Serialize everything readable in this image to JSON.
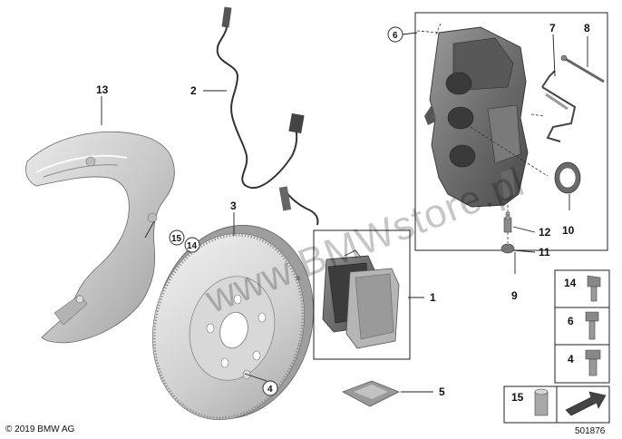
{
  "watermark": "www.BMWstore.pl",
  "copyright": "© 2019 BMW AG",
  "diagram_number": "501876",
  "callouts": {
    "c1": "1",
    "c2": "2",
    "c3": "3",
    "c4": "4",
    "c5": "5",
    "c6": "6",
    "c7": "7",
    "c8": "8",
    "c9": "9",
    "c10": "10",
    "c11": "11",
    "c12": "12",
    "c13": "13",
    "c14": "14",
    "c15": "15"
  },
  "side_panel": {
    "r1": "14",
    "r2": "6",
    "r3": "4",
    "r4": "15"
  }
}
